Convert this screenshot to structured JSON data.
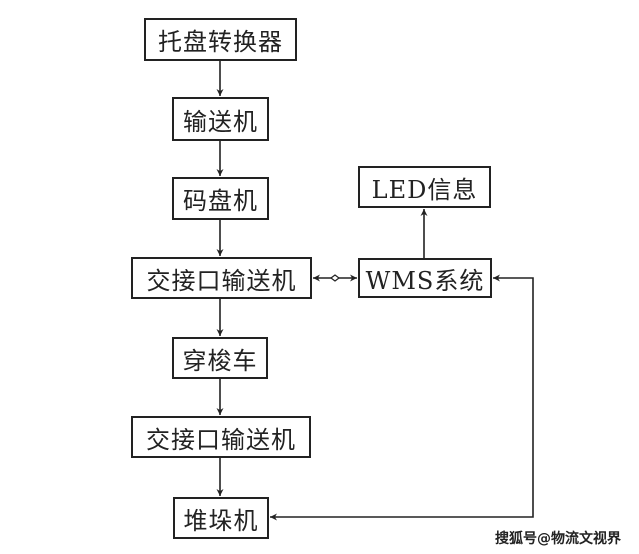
{
  "diagram": {
    "nodes": [
      {
        "id": "pallet-converter",
        "label": "托盘转换器"
      },
      {
        "id": "conveyor",
        "label": "输送机"
      },
      {
        "id": "palletizer",
        "label": "码盘机"
      },
      {
        "id": "handover-conveyor-1",
        "label": "交接口输送机"
      },
      {
        "id": "shuttle",
        "label": "穿梭车"
      },
      {
        "id": "handover-conveyor-2",
        "label": "交接口输送机"
      },
      {
        "id": "stacker",
        "label": "堆垛机"
      },
      {
        "id": "wms",
        "label": "WMS系统"
      },
      {
        "id": "led",
        "label": "LED信息"
      }
    ],
    "edges": [
      {
        "from": "pallet-converter",
        "to": "conveyor",
        "type": "arrow"
      },
      {
        "from": "conveyor",
        "to": "palletizer",
        "type": "arrow"
      },
      {
        "from": "palletizer",
        "to": "handover-conveyor-1",
        "type": "arrow"
      },
      {
        "from": "handover-conveyor-1",
        "to": "shuttle",
        "type": "arrow"
      },
      {
        "from": "shuttle",
        "to": "handover-conveyor-2",
        "type": "arrow"
      },
      {
        "from": "handover-conveyor-2",
        "to": "stacker",
        "type": "arrow"
      },
      {
        "from": "handover-conveyor-1",
        "to": "wms",
        "type": "bidirectional"
      },
      {
        "from": "wms",
        "to": "led",
        "type": "arrow"
      },
      {
        "from": "wms",
        "to": "stacker",
        "type": "bidirectional-loop"
      }
    ]
  },
  "watermark": "搜狐号@物流文视界",
  "colors": {
    "stroke": "#222222",
    "background": "#ffffff"
  }
}
